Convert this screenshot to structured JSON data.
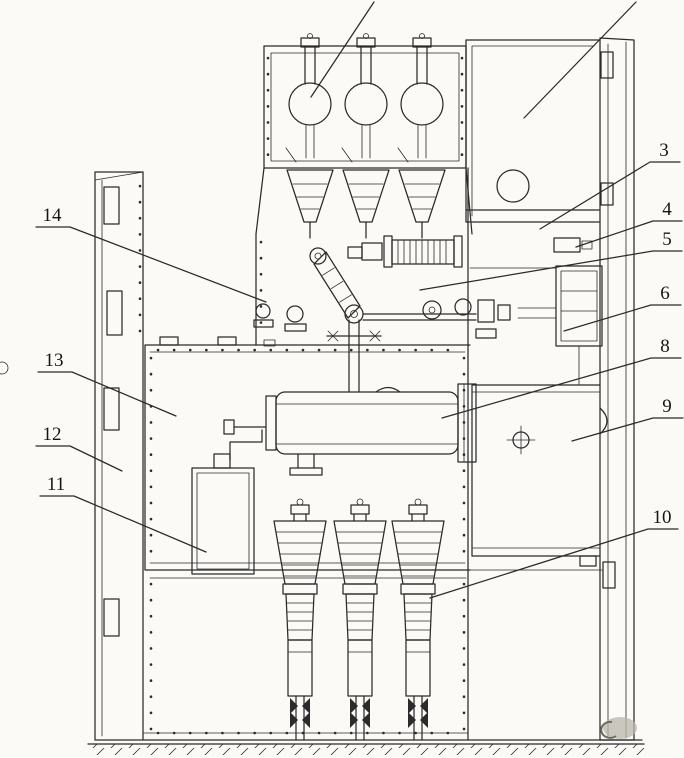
{
  "colors": {
    "ink": "#2b2b2b",
    "paper": "#fbfaf7"
  },
  "callouts": [
    {
      "id": "3"
    },
    {
      "id": "4"
    },
    {
      "id": "5"
    },
    {
      "id": "6"
    },
    {
      "id": "8"
    },
    {
      "id": "9"
    },
    {
      "id": "10"
    },
    {
      "id": "11"
    },
    {
      "id": "12"
    },
    {
      "id": "13"
    },
    {
      "id": "14"
    }
  ]
}
